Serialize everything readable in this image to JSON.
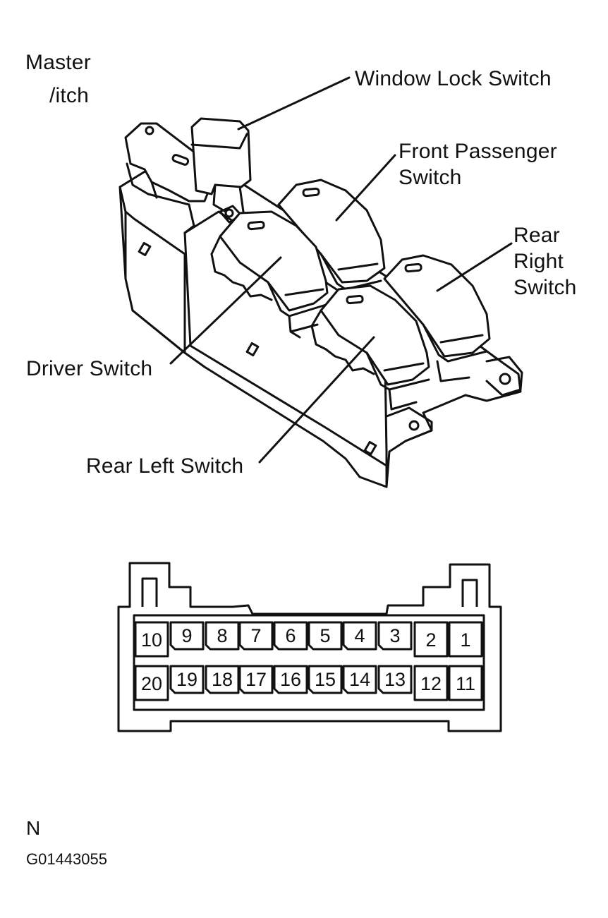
{
  "labels": {
    "master_line1": "Master",
    "master_line2": "/itch",
    "window_lock": "Window Lock Switch",
    "front_passenger_line1": "Front Passenger",
    "front_passenger_line2": "Switch",
    "rear_right_line1": "Rear",
    "rear_right_line2": "Right",
    "rear_right_line3": "Switch",
    "driver": "Driver Switch",
    "rear_left": "Rear Left Switch"
  },
  "connector": {
    "top_row": [
      "10",
      "9",
      "8",
      "7",
      "6",
      "5",
      "4",
      "3",
      "2",
      "1"
    ],
    "bottom_row": [
      "20",
      "19",
      "18",
      "17",
      "16",
      "15",
      "14",
      "13",
      "12",
      "11"
    ]
  },
  "footer": {
    "letter": "N",
    "code": "G01443055"
  }
}
